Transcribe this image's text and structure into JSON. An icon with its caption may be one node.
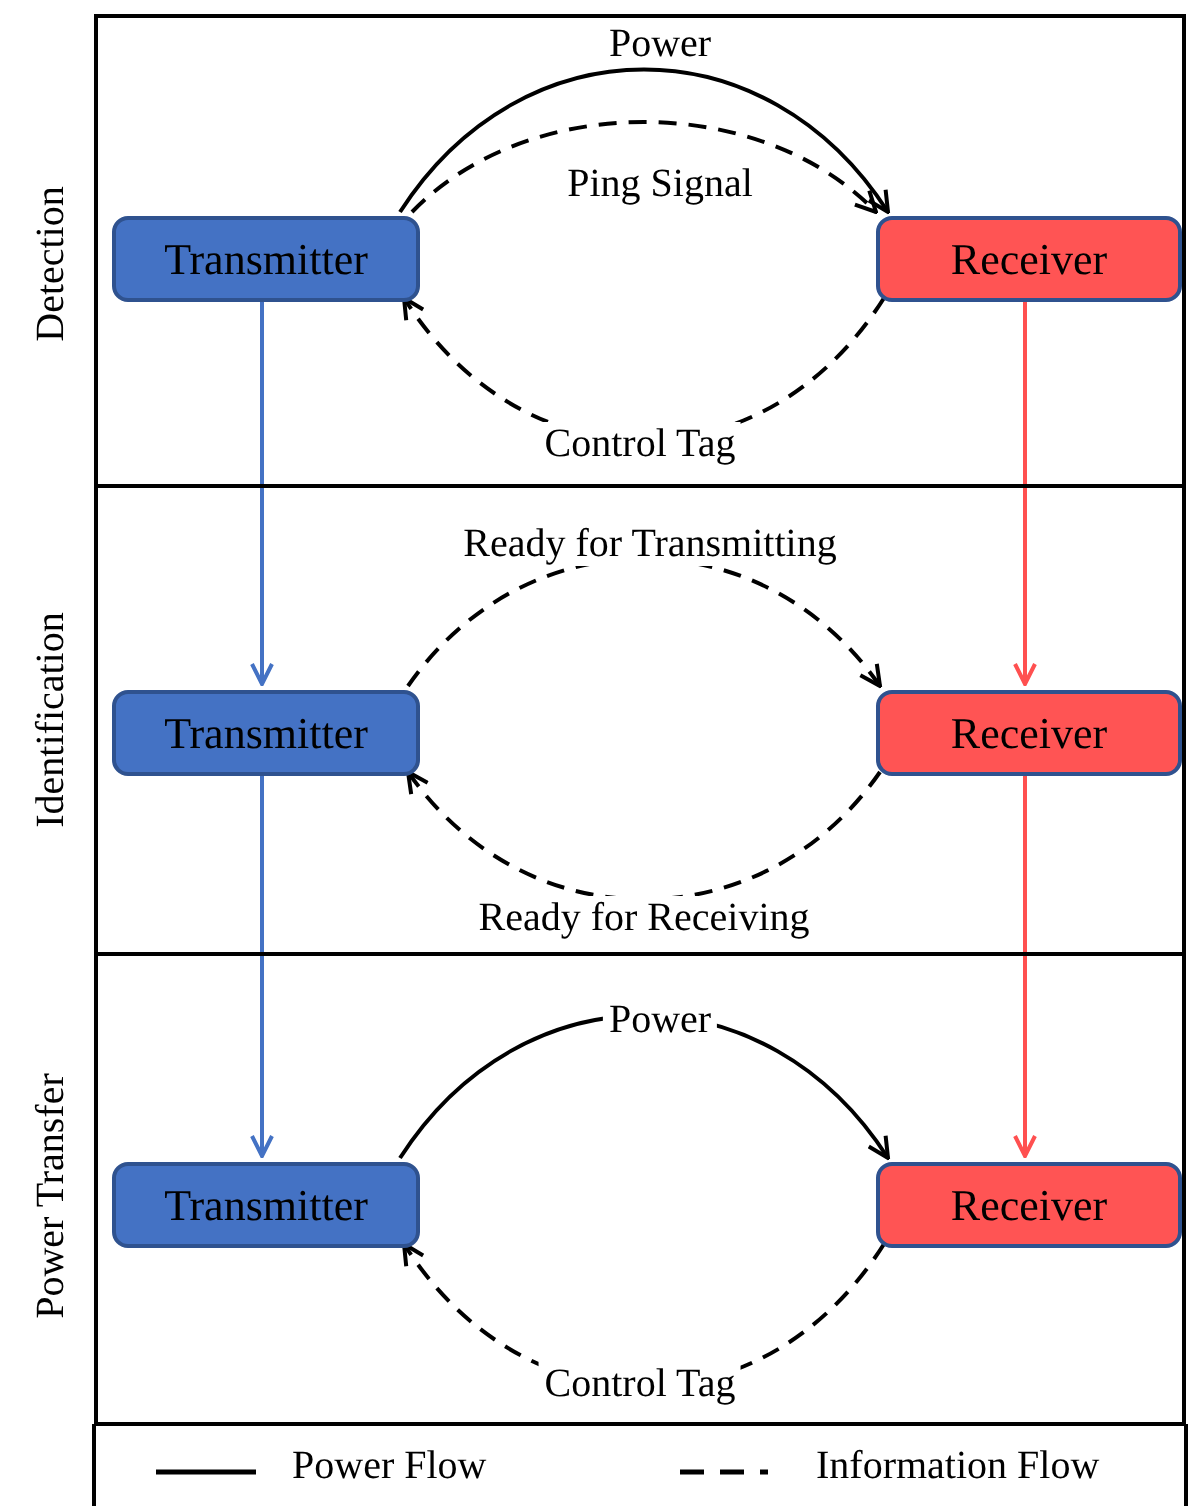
{
  "diagram": {
    "nodes": [
      {
        "text": [
          "Detection"
        ]
      },
      {
        "text": [
          "Transmitter"
        ],
        "in": 0
      },
      {
        "text": [
          "Receiver"
        ],
        "in": 0
      },
      {
        "text": [
          "Identification"
        ]
      },
      {
        "text": [
          "Transmitter"
        ],
        "in": 3
      },
      {
        "text": [
          "Receiver"
        ],
        "in": 3
      },
      {
        "text": [
          "Power Transfer"
        ]
      },
      {
        "text": [
          "Transmitter"
        ],
        "in": 6
      },
      {
        "text": [
          "Receiver"
        ],
        "in": 6
      }
    ],
    "edges": [
      {
        "from": 1,
        "to": 2,
        "arrow": "to",
        "label": "Power"
      },
      {
        "from": 1,
        "to": 2,
        "arrow": "to",
        "label": "Ping Signal",
        "style": "dashed"
      },
      {
        "from": 2,
        "to": 1,
        "arrow": "to",
        "label": "Control Tag",
        "style": "dashed"
      },
      {
        "from": 1,
        "to": 4,
        "arrow": "to",
        "color": "#4472c4"
      },
      {
        "from": 2,
        "to": 5,
        "arrow": "to",
        "color": "#ff5050"
      },
      {
        "from": 4,
        "to": 5,
        "arrow": "to",
        "label": "Ready for Transmitting",
        "style": "dashed"
      },
      {
        "from": 5,
        "to": 4,
        "arrow": "to",
        "label": "Ready for Receiving",
        "style": "dashed"
      },
      {
        "from": 4,
        "to": 7,
        "arrow": "to",
        "color": "#4472c4"
      },
      {
        "from": 5,
        "to": 8,
        "arrow": "to",
        "color": "#ff5050"
      },
      {
        "from": 7,
        "to": 8,
        "arrow": "to",
        "label": "Power"
      },
      {
        "from": 8,
        "to": 7,
        "arrow": "to",
        "label": "Control Tag",
        "style": "dashed"
      }
    ],
    "legend": [
      {
        "text": "Power Flow"
      },
      {
        "text": "Information Flow"
      }
    ]
  }
}
